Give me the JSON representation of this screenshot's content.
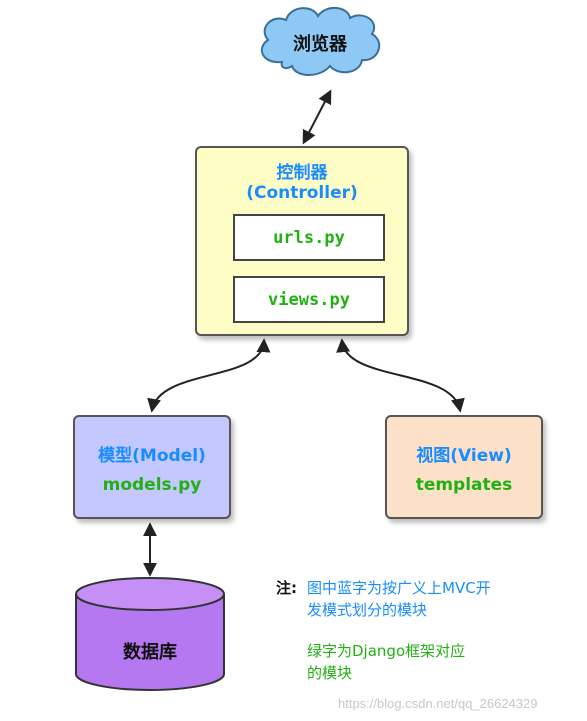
{
  "browser": {
    "label": "浏览器"
  },
  "controller": {
    "title": "控制器",
    "subtitle": "(Controller)",
    "files": [
      "urls.py",
      "views.py"
    ]
  },
  "model": {
    "title": "模型(Model)",
    "file": "models.py"
  },
  "view": {
    "title": "视图(View)",
    "file": "templates"
  },
  "database": {
    "label": "数据库"
  },
  "note": {
    "prefix": "注:",
    "line1": "图中蓝字为按广义上MVC开",
    "line2": "发模式划分的模块",
    "line3": "绿字为Django框架对应",
    "line4": "的模块"
  },
  "watermark": "https://blog.csdn.net/qq_26624329",
  "colors": {
    "blue_text": "#1a8cff",
    "green_text": "#22b014",
    "controller_fill": "#fffdc6",
    "model_fill": "#c3c8ff",
    "view_fill": "#fde0c8",
    "cloud_fill": "#8ec8f4",
    "database_fill": "#b678f0"
  }
}
